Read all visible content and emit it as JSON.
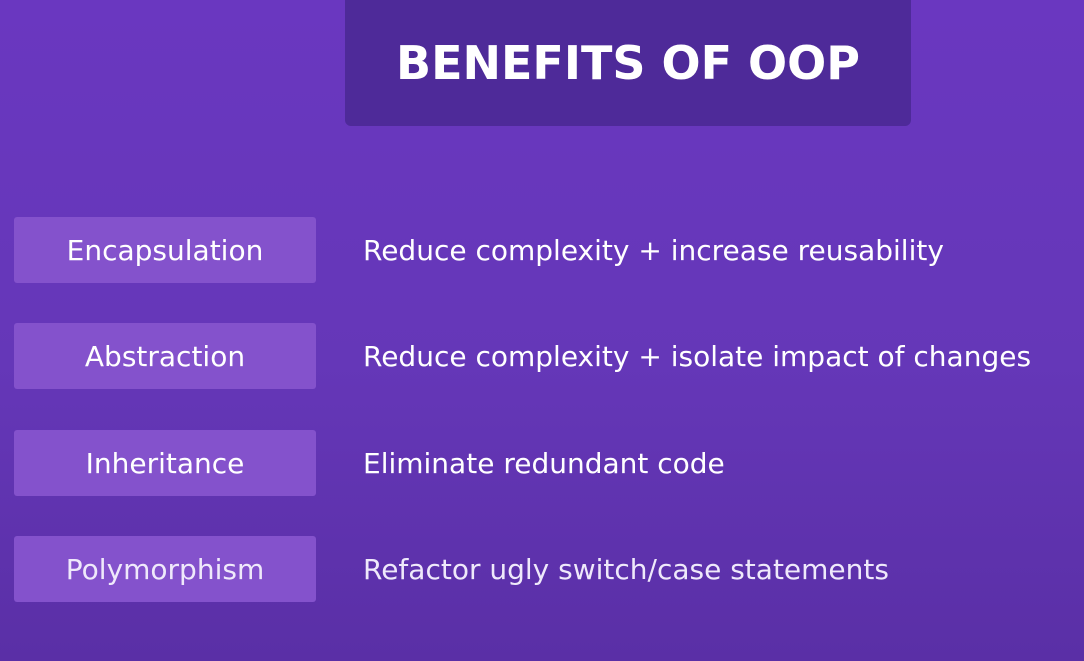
{
  "slide": {
    "title": "BENEFITS OF OOP",
    "rows": [
      {
        "concept": "Encapsulation",
        "benefit": "Reduce complexity + increase reusability"
      },
      {
        "concept": "Abstraction",
        "benefit": "Reduce complexity + isolate impact of changes"
      },
      {
        "concept": "Inheritance",
        "benefit": "Eliminate redundant code"
      },
      {
        "concept": "Polymorphism",
        "benefit": "Refactor ugly switch/case statements"
      }
    ]
  },
  "colors": {
    "background": "#6537b8",
    "title_box": "#4e2a99",
    "concept_box": "#8452cc",
    "text": "#ffffff"
  }
}
